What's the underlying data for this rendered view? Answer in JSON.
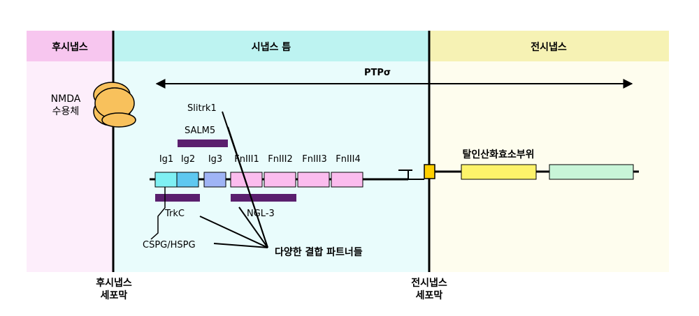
{
  "regions": {
    "postsynaptic": {
      "label": "후시냅스",
      "header_color": "#f7c6ef",
      "body_color": "#fdeefb"
    },
    "cleft": {
      "label": "시냅스 틈",
      "header_color": "#bdf3f1",
      "body_color": "#e9fcfc"
    },
    "presynaptic": {
      "label": "전시냅스",
      "header_color": "#f6f2b4",
      "body_color": "#fefdee"
    }
  },
  "membranes": {
    "post": {
      "line1": "후시냅스",
      "line2": "세포막"
    },
    "pre": {
      "line1": "전시냅스",
      "line2": "세포막"
    }
  },
  "receptor": {
    "line1": "NMDA",
    "line2": "수용체",
    "color": "#f8c15c"
  },
  "ptp": {
    "label": "PTPσ"
  },
  "domains": {
    "ig1": "Ig1",
    "ig2": "Ig2",
    "ig3": "Ig3",
    "fn1": "FnIII1",
    "fn2": "FnIII2",
    "fn3": "FnIII3",
    "fn4": "FnIII4",
    "phosphatase": "탈인산화효소부위"
  },
  "colors": {
    "ig_cyan": "#7ff0f3",
    "ig_blue": "#5ec8f0",
    "ig3": "#9fb4f5",
    "fn": "#fbbcee",
    "phos1": "#fdf36a",
    "phos2": "#c8f5d8",
    "tm": "#ffd000",
    "binder_bar": "#5a1f6e"
  },
  "partners": {
    "slitrk1": "Slitrk1",
    "salm5": "SALM5",
    "trkc": "TrkC",
    "ngl3": "NGL-3",
    "cspg": "CSPG/HSPG",
    "summary": "다양한 결합 파트너들"
  }
}
